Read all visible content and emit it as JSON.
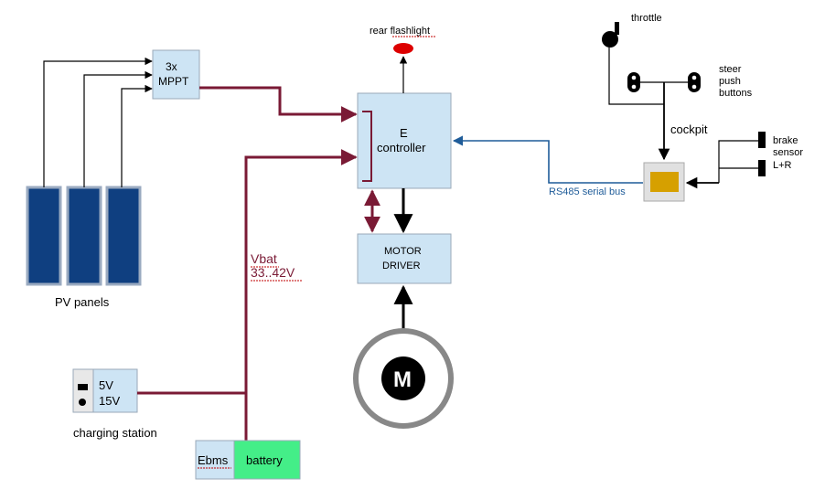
{
  "labels": {
    "mppt_line1": "3x",
    "mppt_line2": "MPPT",
    "pv_panels": "PV panels",
    "controller_line1": "E",
    "controller_line2": "controller",
    "motor_driver_line1": "MOTOR",
    "motor_driver_line2": "DRIVER",
    "motor": "M",
    "rear_flashlight": "rear flashlight",
    "throttle": "throttle",
    "steer_line1": "steer",
    "steer_line2": "push",
    "steer_line3": "buttons",
    "cockpit": "cockpit",
    "brake_line1": "brake",
    "brake_line2": "sensor",
    "brake_line3": "L+R",
    "rs485": "RS485 serial bus",
    "vbat_line1": "Vbat",
    "vbat_line2": "33..42V",
    "charger_5v": "5V",
    "charger_15v": "15V",
    "charging_station": "charging station",
    "ebms": "Ebms",
    "battery": "battery"
  },
  "colors": {
    "box_fill": "#cde4f4",
    "power_line": "#7a1a35",
    "bus_line": "#1f5c99",
    "panel_fill": "#0f3f80",
    "battery_fill": "#44ee88",
    "flashlight": "#dd0000",
    "cockpit_display": "#d6a000"
  }
}
